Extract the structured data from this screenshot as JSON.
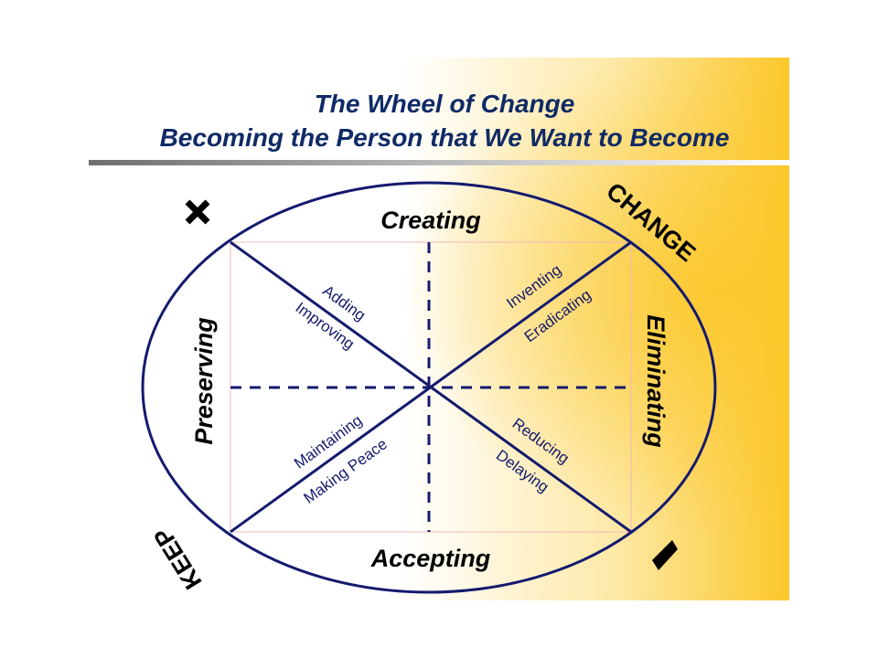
{
  "title": {
    "line1": "The Wheel of Change",
    "line2": "Becoming the Person that We Want to Become"
  },
  "quadrants": {
    "top": "Creating",
    "bottom": "Accepting",
    "left": "Preserving",
    "right": "Eliminating"
  },
  "corners": {
    "top_right": "CHANGE",
    "bottom_left": "KEEP",
    "top_left_icon": "x-mark-icon",
    "bottom_right_icon": "diamond-icon"
  },
  "diagonal_labels": {
    "upper_left": [
      "Adding",
      "Improving"
    ],
    "upper_right": [
      "Inventing",
      "Eradicating"
    ],
    "lower_left": [
      "Maintaining",
      "Making Peace"
    ],
    "lower_right": [
      "Reducing",
      "Delaying"
    ]
  },
  "colors": {
    "navy": "#141a6e",
    "gold": "#fcc72a"
  }
}
